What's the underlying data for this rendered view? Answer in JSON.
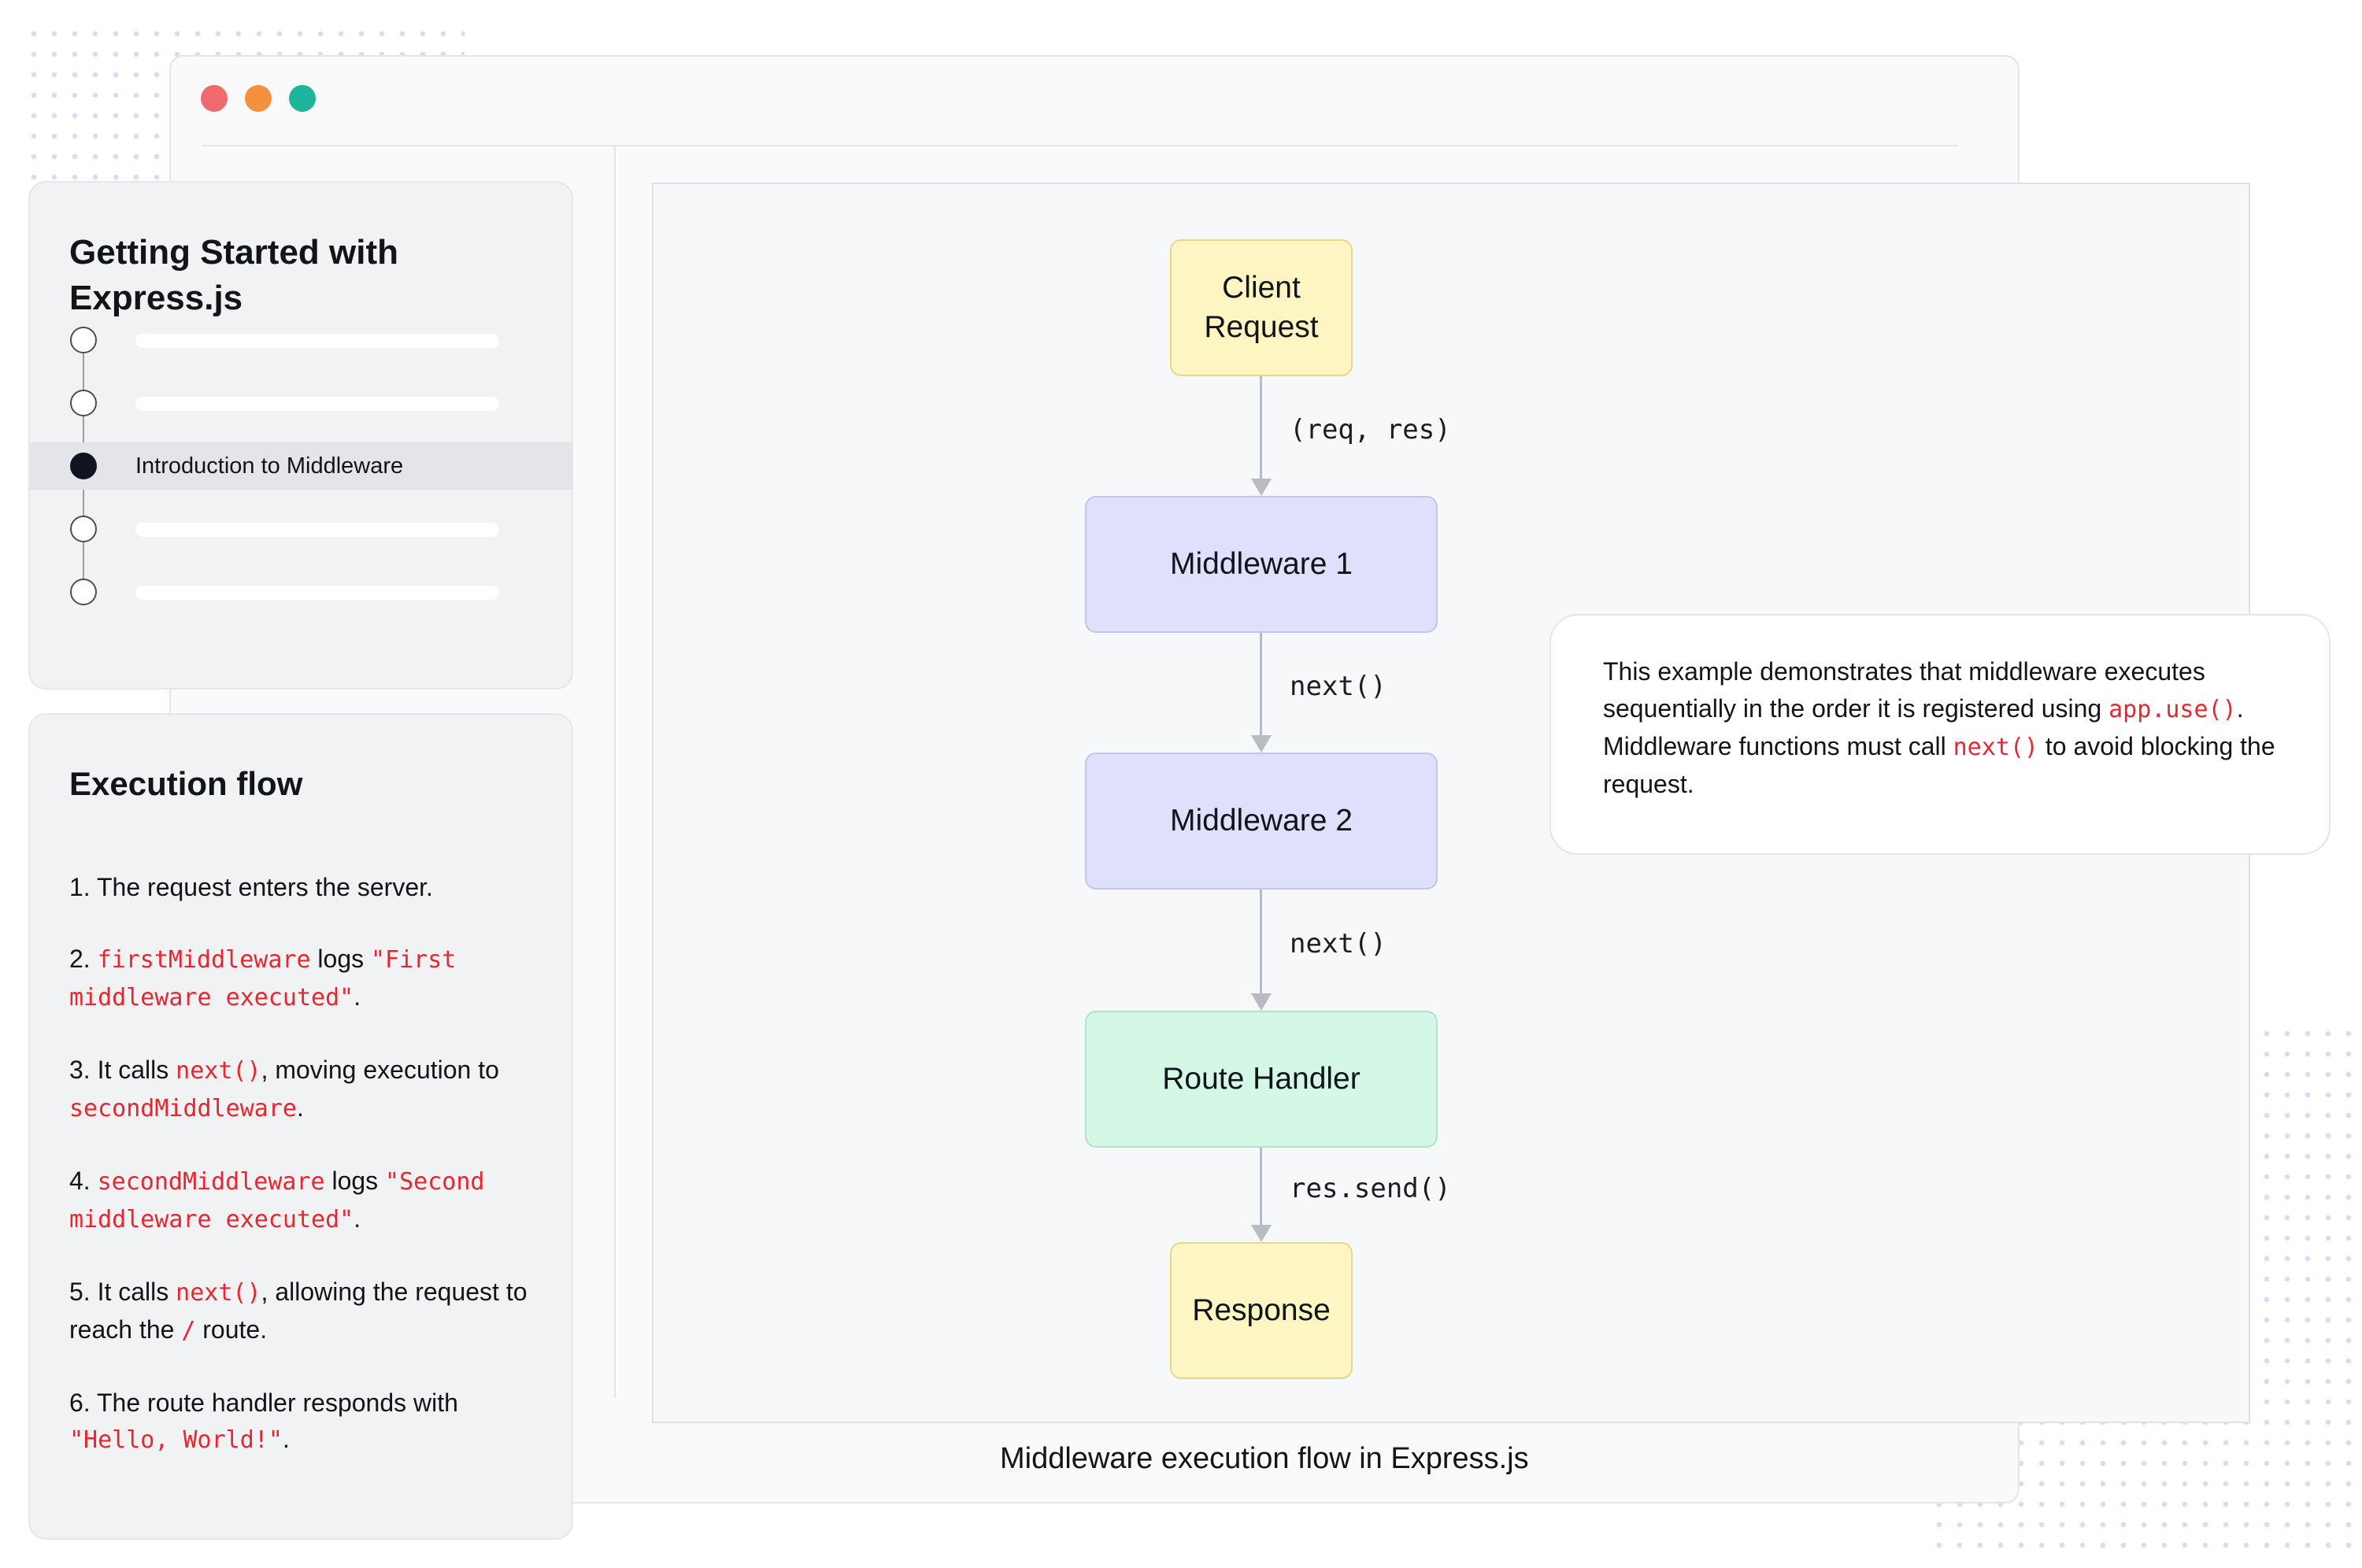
{
  "window": {
    "controls": [
      "red-dot",
      "orange-dot",
      "green-dot"
    ],
    "colors": {
      "red": "#ef6b6e",
      "orange": "#f4913c",
      "green": "#1fb59c"
    }
  },
  "course": {
    "title": "Getting Started with Express.js",
    "steps": [
      {
        "label": "",
        "active": false
      },
      {
        "label": "",
        "active": false
      },
      {
        "label": "Introduction to Middleware",
        "active": true
      },
      {
        "label": "",
        "active": false
      },
      {
        "label": "",
        "active": false
      }
    ]
  },
  "execution_flow": {
    "title": "Execution flow",
    "items": [
      [
        {
          "t": "1. The request enters the server."
        }
      ],
      [
        {
          "t": "2. "
        },
        {
          "t": "firstMiddleware",
          "code": true
        },
        {
          "t": " logs "
        },
        {
          "t": "\"First middleware executed\"",
          "code": true
        },
        {
          "t": "."
        }
      ],
      [
        {
          "t": "3. It calls "
        },
        {
          "t": "next()",
          "code": true
        },
        {
          "t": ", moving execution to "
        },
        {
          "t": "secondMiddleware",
          "code": true
        },
        {
          "t": "."
        }
      ],
      [
        {
          "t": "4.  "
        },
        {
          "t": "secondMiddleware",
          "code": true
        },
        {
          "t": " logs "
        },
        {
          "t": "\"Second middleware executed\"",
          "code": true
        },
        {
          "t": "."
        }
      ],
      [
        {
          "t": "5. It calls "
        },
        {
          "t": "next()",
          "code": true
        },
        {
          "t": ", allowing the request to reach the "
        },
        {
          "t": "/",
          "code": true
        },
        {
          "t": " route."
        }
      ],
      [
        {
          "t": "6. The route handler responds with "
        },
        {
          "t": "\"Hello, World!\"",
          "code": true
        },
        {
          "t": "."
        }
      ]
    ]
  },
  "diagram": {
    "nodes": [
      {
        "label": "Client\nRequest",
        "color": "#fdf6c3"
      },
      {
        "label": "Middleware 1",
        "color": "#dfe0fb"
      },
      {
        "label": "Middleware 2",
        "color": "#dfe0fb"
      },
      {
        "label": "Route Handler",
        "color": "#d5f7e6"
      },
      {
        "label": "Response",
        "color": "#fdf6c3"
      }
    ],
    "edges": [
      {
        "label": "(req, res)"
      },
      {
        "label": "next()"
      },
      {
        "label": "next()"
      },
      {
        "label": "res.send()"
      }
    ],
    "caption": "Middleware execution flow in Express.js"
  },
  "callout": {
    "parts": [
      {
        "t": "This example demonstrates that middleware executes sequentially in the order it is registered using "
      },
      {
        "t": "app.use()",
        "code": true
      },
      {
        "t": ". Middleware functions must call "
      },
      {
        "t": "next()",
        "code": true
      },
      {
        "t": " to avoid blocking the request."
      }
    ]
  },
  "accent_code_color": "#e8262f"
}
